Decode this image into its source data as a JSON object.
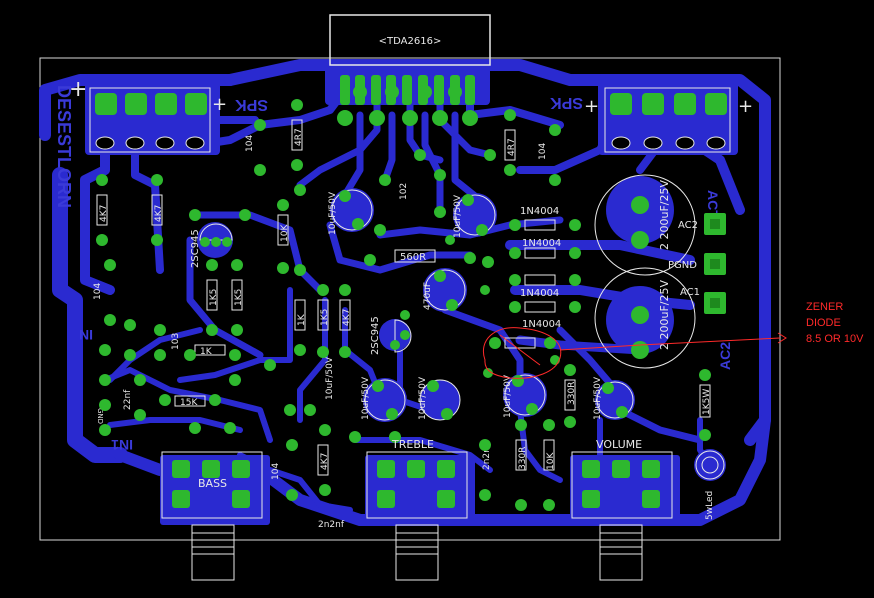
{
  "ic": {
    "label": "<TDA2616>"
  },
  "board": {
    "title": "DESESTLORN",
    "spk_left": "SPK",
    "spk_right": "SPK",
    "plus": "+",
    "in_label": "IN",
    "gnd_label": "GND",
    "in1_label": "IN1",
    "ac2": "AC2",
    "ac1": "AC1",
    "pgnd": "PGND",
    "act": "ACT",
    "ac2_edge": "AC2"
  },
  "controls": {
    "bass": "BASS",
    "treble": "TREBLE",
    "volume": "VOLUME"
  },
  "components": {
    "cap_2200_a": "2 200uF/25V",
    "cap_2200_b": "2 200uF/25V",
    "diode_1": "1N4004",
    "diode_2": "1N4004",
    "diode_3": "1N4004",
    "diode_4": "1N4004",
    "res_560": "560R",
    "cap_470": "470uF",
    "cap_10u_1": "10uF/50V",
    "cap_10u_2": "10uF/50V",
    "cap_10u_3": "10uF/50V",
    "cap_10u_4": "10uF/50V",
    "cap_10u_5": "10uF/50V",
    "cap_10u_6": "10uF/50V",
    "cap_10u_7": "10uF/50V",
    "trans_1": "2SC945",
    "trans_2": "2SC945",
    "res_4k7_1": "4K7",
    "res_4k7_2": "4K7",
    "res_4r7_1": "4R7",
    "res_4r7_2": "4R7",
    "cap_104_1": "104",
    "cap_104_2": "104",
    "cap_104_3": "104",
    "cap_102": "102",
    "cap_103": "103",
    "res_1k5_1": "1K5",
    "res_1k5_2": "1K5",
    "res_1k5_3": "1K5",
    "res_1k": "1K",
    "res_10k_1": "10K",
    "res_10k_2": "10K",
    "res_15k": "15K",
    "res_330r_1": "330R",
    "res_330r_2": "330R",
    "cap_2n2_1": "2n2nf",
    "cap_2n2_2": "2n2nf",
    "cap_22nf": "22nf",
    "res_1k5w": "1K5W",
    "led": "5wLed"
  },
  "annotation": {
    "line1": "ZENER",
    "line2": "DIODE",
    "line3": "8.5 OR 10V"
  },
  "colors": {
    "background": "#000000",
    "copper": "#2a2ad0",
    "pad": "#2eb82e",
    "silk": "#e8e8e8",
    "annotation": "#ff2a2a"
  }
}
